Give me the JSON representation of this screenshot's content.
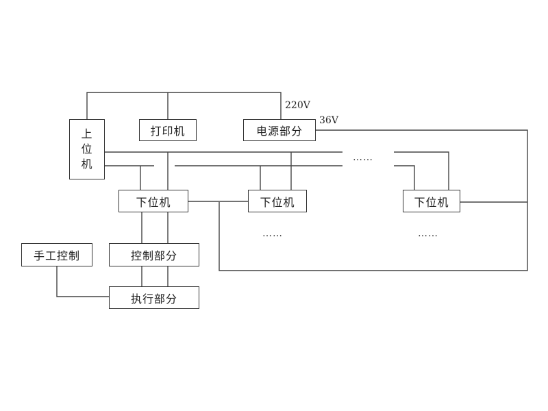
{
  "blocks": {
    "host_chars": [
      "上",
      "位",
      "机"
    ],
    "printer": "打印机",
    "power": "电源部分",
    "slave_1": "下位机",
    "slave_2": "下位机",
    "slave_n": "下位机",
    "manual": "手工控制",
    "control": "控制部分",
    "actuator": "执行部分"
  },
  "labels": {
    "v220": "220V",
    "v36": "36V"
  },
  "ellipses": {
    "bus": "……",
    "under_slave_2": "……",
    "under_slave_n": "……"
  }
}
